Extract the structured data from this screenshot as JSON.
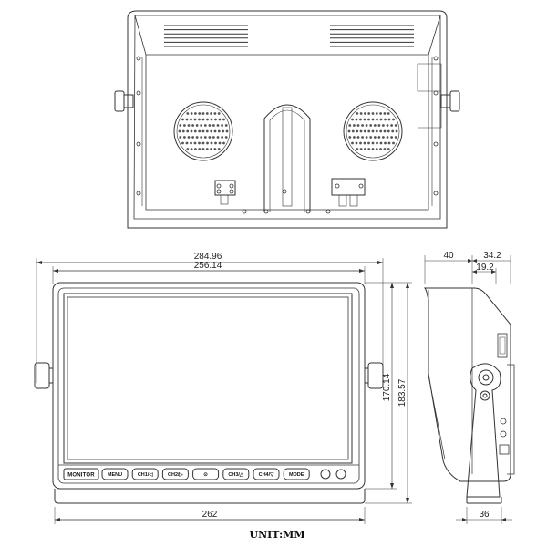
{
  "drawing": {
    "dimensions": {
      "overall_width": "284.96",
      "frame_width": "256.14",
      "base_width": "262",
      "screen_height": "170.14",
      "overall_height": "183.57",
      "side_depth": "40",
      "side_offset": "34.2",
      "bracket_offset": "19.2",
      "foot_depth": "36"
    },
    "panel": {
      "logo": "MONITOR",
      "buttons": [
        "MENU",
        "CH1/◁",
        "CH2/▷",
        "⊙",
        "CH3/△",
        "CH4/▽",
        "MODE"
      ]
    },
    "unit_label": "UNIT:MM"
  }
}
